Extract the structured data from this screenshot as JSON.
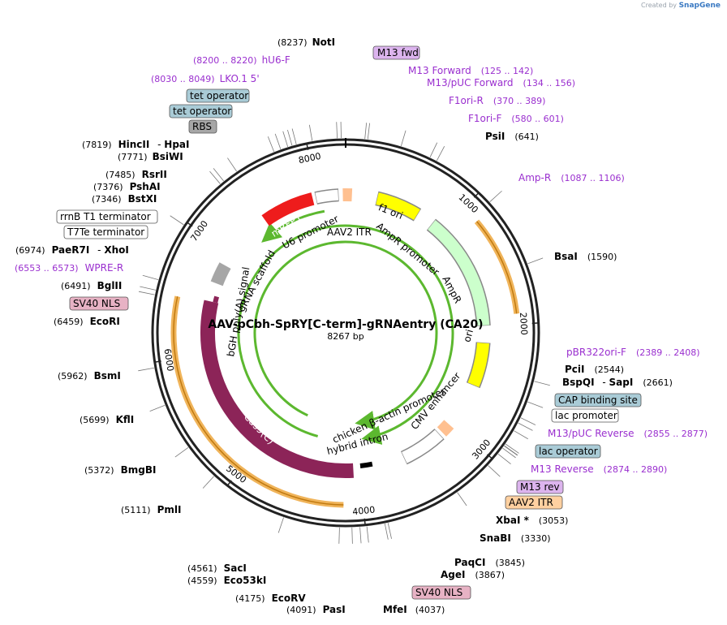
{
  "credit": {
    "prefix": "Created by",
    "brand": "SnapGene"
  },
  "plasmid": {
    "name": "AAV-pCbh-SpRY[C-term]-gRNAentry (CA20)",
    "size": "8267 bp",
    "length": 8267
  },
  "ticks": [
    "1000",
    "2000",
    "3000",
    "4000",
    "5000",
    "6000",
    "7000",
    "8000"
  ],
  "colors": {
    "primer": "#9a2fcf",
    "enzyme": "#000000",
    "coord": "#000000",
    "feature_label": "#000000",
    "orange": "#f0b45a",
    "green": "#5cb82f",
    "maroon": "#8c2458",
    "red": "#ee1c1c",
    "yellow": "#ffff00",
    "lightgreen": "#ccffcc",
    "peach": "#ffc090",
    "gray_feature": "#a6a6a6",
    "blue_box": "#a9cbd6",
    "pink_box": "#e7b2c4",
    "purple_box": "#dcb4ee",
    "orange_box": "#ffd0a0"
  },
  "labels": {
    "top": [
      {
        "id": "notI",
        "coord": "(8237)",
        "name": "NotI",
        "kind": "enzyme"
      },
      {
        "id": "hu6f",
        "coord": "(8200 .. 8220)",
        "name": "hU6-F",
        "kind": "primer"
      },
      {
        "id": "lko",
        "coord": "(8030 .. 8049)",
        "name": "LKO.1 5'",
        "kind": "primer"
      },
      {
        "id": "m13fwd",
        "name": "M13 fwd",
        "kind": "box",
        "box": "purple"
      },
      {
        "id": "m13forward",
        "name": "M13 Forward",
        "coord": "(125 .. 142)",
        "kind": "primer"
      },
      {
        "id": "m13pucfwd",
        "name": "M13/pUC Forward",
        "coord": "(134 .. 156)",
        "kind": "primer"
      },
      {
        "id": "f1orir",
        "name": "F1ori-R",
        "coord": "(370 .. 389)",
        "kind": "primer"
      },
      {
        "id": "f1orif",
        "name": "F1ori-F",
        "coord": "(580 .. 601)",
        "kind": "primer"
      },
      {
        "id": "psti",
        "name": "PsiI",
        "coord": "(641)",
        "kind": "enzyme"
      },
      {
        "id": "ampr",
        "name": "Amp-R",
        "coord": "(1087 .. 1106)",
        "kind": "primer"
      },
      {
        "id": "bsai",
        "name": "BsaI",
        "coord": "(1590)",
        "kind": "enzyme"
      }
    ],
    "left": [
      {
        "id": "tetop1",
        "name": "tet operator",
        "kind": "box",
        "box": "blue"
      },
      {
        "id": "tetop2",
        "name": "tet operator",
        "kind": "box",
        "box": "blue"
      },
      {
        "id": "rbs",
        "name": "RBS",
        "kind": "box",
        "box": "gray"
      },
      {
        "id": "hincii",
        "coord": "(7819)",
        "name": "HincII",
        "name2": "HpaI",
        "kind": "enzyme"
      },
      {
        "id": "bsiwi",
        "coord": "(7771)",
        "name": "BsiWI",
        "kind": "enzyme"
      },
      {
        "id": "rsrii",
        "coord": "(7485)",
        "name": "RsrII",
        "kind": "enzyme"
      },
      {
        "id": "pshai",
        "coord": "(7376)",
        "name": "PshAI",
        "kind": "enzyme"
      },
      {
        "id": "bstxi",
        "coord": "(7346)",
        "name": "BstXI",
        "kind": "enzyme"
      },
      {
        "id": "rrnb",
        "name": "rrnB T1 terminator",
        "kind": "box",
        "box": "white"
      },
      {
        "id": "t7te",
        "name": "T7Te terminator",
        "kind": "box",
        "box": "white"
      },
      {
        "id": "paer7i",
        "coord": "(6974)",
        "name": "PaeR7I",
        "name2": "XhoI",
        "kind": "enzyme"
      },
      {
        "id": "wpre",
        "coord": "(6553 .. 6573)",
        "name": "WPRE-R",
        "kind": "primer"
      },
      {
        "id": "bglii",
        "coord": "(6491)",
        "name": "BglII",
        "kind": "enzyme"
      },
      {
        "id": "sv40nls1",
        "name": "SV40 NLS",
        "kind": "box",
        "box": "pink"
      },
      {
        "id": "ecori",
        "coord": "(6459)",
        "name": "EcoRI",
        "kind": "enzyme"
      },
      {
        "id": "bsmi",
        "coord": "(5962)",
        "name": "BsmI",
        "kind": "enzyme"
      },
      {
        "id": "kfli",
        "coord": "(5699)",
        "name": "KflI",
        "kind": "enzyme"
      },
      {
        "id": "bmgbi",
        "coord": "(5372)",
        "name": "BmgBI",
        "kind": "enzyme"
      },
      {
        "id": "pmli",
        "coord": "(5111)",
        "name": "PmlI",
        "kind": "enzyme"
      }
    ],
    "right": [
      {
        "id": "pbr322",
        "name": "pBR322ori-F",
        "coord": "(2389 .. 2408)",
        "kind": "primer"
      },
      {
        "id": "pcii",
        "name": "PciI",
        "coord": "(2544)",
        "kind": "enzyme"
      },
      {
        "id": "bspqi",
        "name": "BspQI",
        "name2": "SapI",
        "coord": "(2661)",
        "kind": "enzyme"
      },
      {
        "id": "cap",
        "name": "CAP binding site",
        "kind": "box",
        "box": "blue"
      },
      {
        "id": "lacprom",
        "name": "lac promoter",
        "kind": "box",
        "box": "white"
      },
      {
        "id": "m13pucrev",
        "name": "M13/pUC Reverse",
        "coord": "(2855 .. 2877)",
        "kind": "primer"
      },
      {
        "id": "lacop",
        "name": "lac operator",
        "kind": "box",
        "box": "blue"
      },
      {
        "id": "m13reverse",
        "name": "M13 Reverse",
        "coord": "(2874 .. 2890)",
        "kind": "primer"
      },
      {
        "id": "m13rev",
        "name": "M13 rev",
        "kind": "box",
        "box": "purple"
      },
      {
        "id": "aav2itr2",
        "name": "AAV2 ITR",
        "kind": "box",
        "box": "orange"
      },
      {
        "id": "xbai",
        "name": "XbaI *",
        "coord": "(3053)",
        "kind": "enzyme"
      },
      {
        "id": "snabi",
        "name": "SnaBI",
        "coord": "(3330)",
        "kind": "enzyme"
      }
    ],
    "bottom": [
      {
        "id": "paqci",
        "name": "PaqCI",
        "coord": "(3845)",
        "kind": "enzyme"
      },
      {
        "id": "agei",
        "name": "AgeI",
        "coord": "(3867)",
        "kind": "enzyme"
      },
      {
        "id": "sv40nls2",
        "name": "SV40 NLS",
        "kind": "box",
        "box": "pink"
      },
      {
        "id": "mfei",
        "name": "MfeI",
        "coord": "(4037)",
        "kind": "enzyme"
      },
      {
        "id": "pasi",
        "name": "PasI",
        "coord": "(4091)",
        "kind": "enzyme"
      },
      {
        "id": "ecorv",
        "name": "EcoRV",
        "coord": "(4175)",
        "kind": "enzyme"
      },
      {
        "id": "saci",
        "name": "SacI",
        "coord": "(4561)",
        "kind": "enzyme"
      },
      {
        "id": "eco53ki",
        "name": "Eco53kI",
        "coord": "(4559)",
        "kind": "enzyme"
      }
    ]
  },
  "features": {
    "mrfp1": "mRFP1",
    "u6": "U6 promoter",
    "aav2itr": "AAV2 ITR",
    "f1ori": "f1 ori",
    "amprprom": "AmpR promoter",
    "ampr": "AmpR",
    "ori": "ori",
    "cmv": "CMV enhancer",
    "cba": "chicken β-actin promoter",
    "hybrid": "hybrid intron",
    "cas9": "Cas9(C)",
    "bgh": "bGH poly(A) signal",
    "grna": "gRNA scaffold"
  }
}
